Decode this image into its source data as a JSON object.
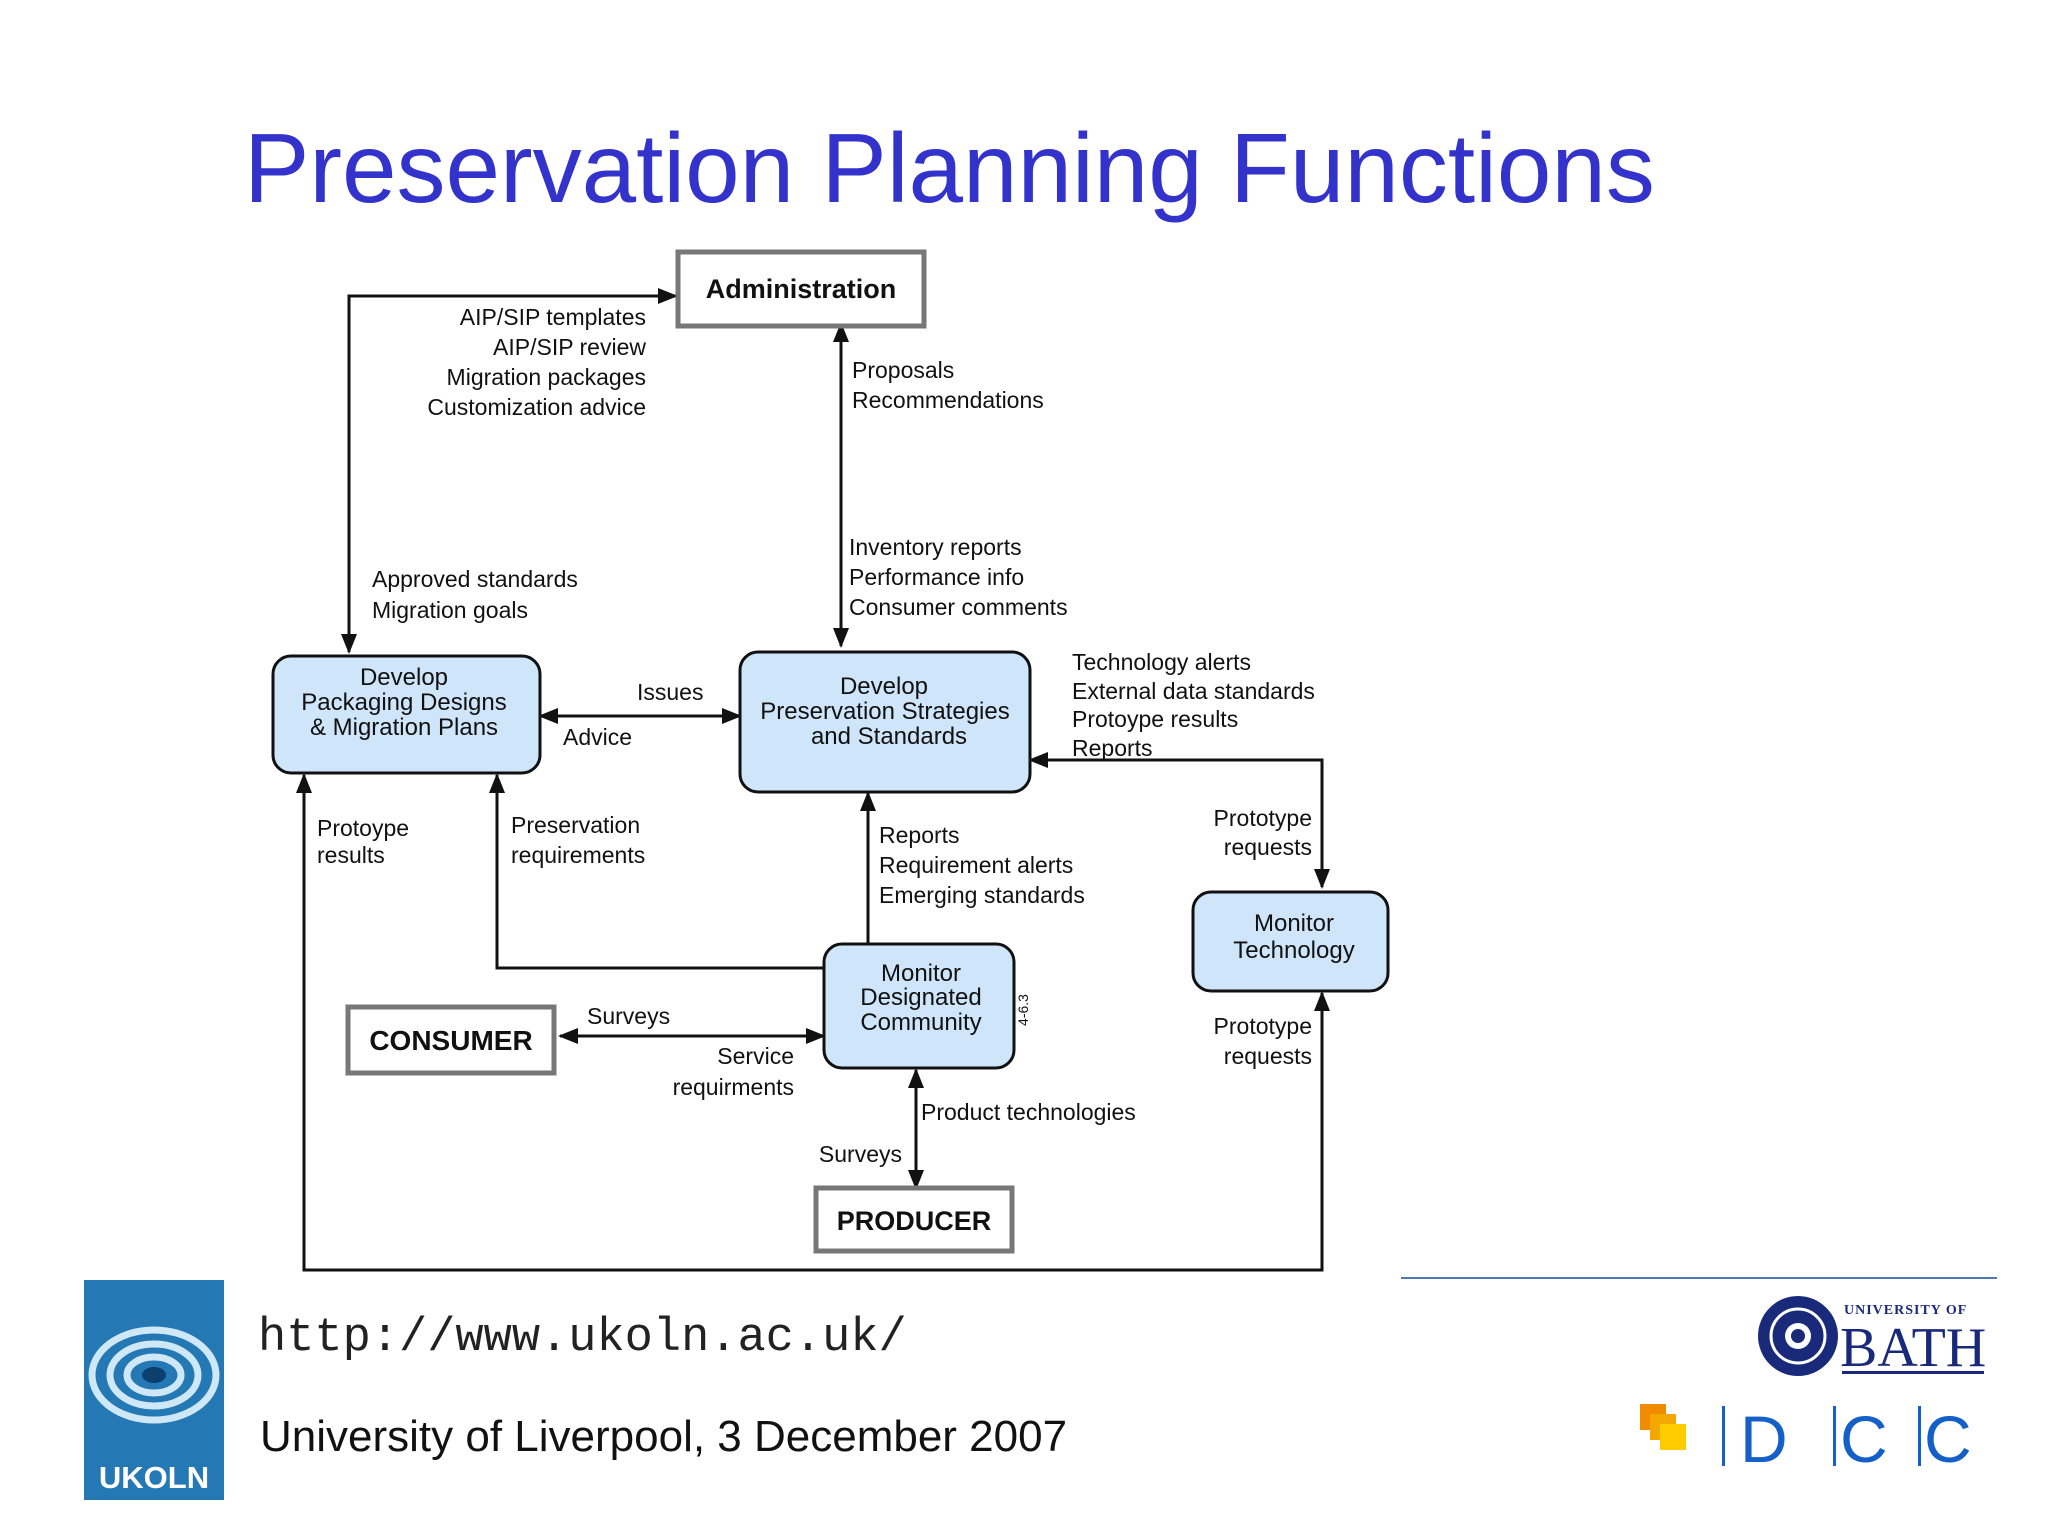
{
  "slide": {
    "title": "Preservation Planning Functions",
    "url": "http://www.ukoln.ac.uk/",
    "footer": "University of Liverpool, 3 December 2007"
  },
  "diagram": {
    "boxes": {
      "administration": "Administration",
      "packaging": [
        "Develop",
        "Packaging Designs",
        "& Migration Plans"
      ],
      "strategies": [
        "Develop",
        "Preservation Strategies",
        "and Standards"
      ],
      "monitor_tech": [
        "Monitor",
        "Technology"
      ],
      "monitor_community": [
        "Monitor",
        "Designated",
        "Community"
      ],
      "consumer": "CONSUMER",
      "producer": "PRODUCER",
      "ref_code": "4-6.3"
    },
    "labels": {
      "admin_out": [
        "AIP/SIP templates",
        "AIP/SIP review",
        "Migration  packages",
        "Customization advice"
      ],
      "admin_in": [
        "Approved standards",
        "Migration goals"
      ],
      "proposals": [
        "Proposals",
        "Recommendations"
      ],
      "inventory": [
        "Inventory reports",
        "Performance info",
        "Consumer comments"
      ],
      "issues": "Issues",
      "advice": "Advice",
      "tech_alerts": [
        "Technology alerts",
        "External data standards",
        "Protoype results",
        "Reports"
      ],
      "protoype_results": [
        "Protoype",
        "results"
      ],
      "preservation_req": [
        "Preservation",
        "requirements"
      ],
      "reports": [
        "Reports",
        "Requirement alerts",
        "Emerging standards"
      ],
      "prototype_requests_top": [
        "Prototype",
        "requests"
      ],
      "prototype_requests_bottom": [
        "Prototype",
        "requests"
      ],
      "surveys_consumer": "Surveys",
      "service_req": [
        "Service",
        "requirments"
      ],
      "product_tech": "Product  technologies",
      "surveys_producer": "Surveys"
    }
  },
  "logos": {
    "ukoln": "UKOLN",
    "bath_top": "UNIVERSITY OF",
    "bath_main": "BATH",
    "dcc": [
      "D",
      "C",
      "C"
    ]
  },
  "colors": {
    "title": "#3333cc",
    "box_fill": "#cfe5fa",
    "dcc_blue": "#1560c8"
  }
}
